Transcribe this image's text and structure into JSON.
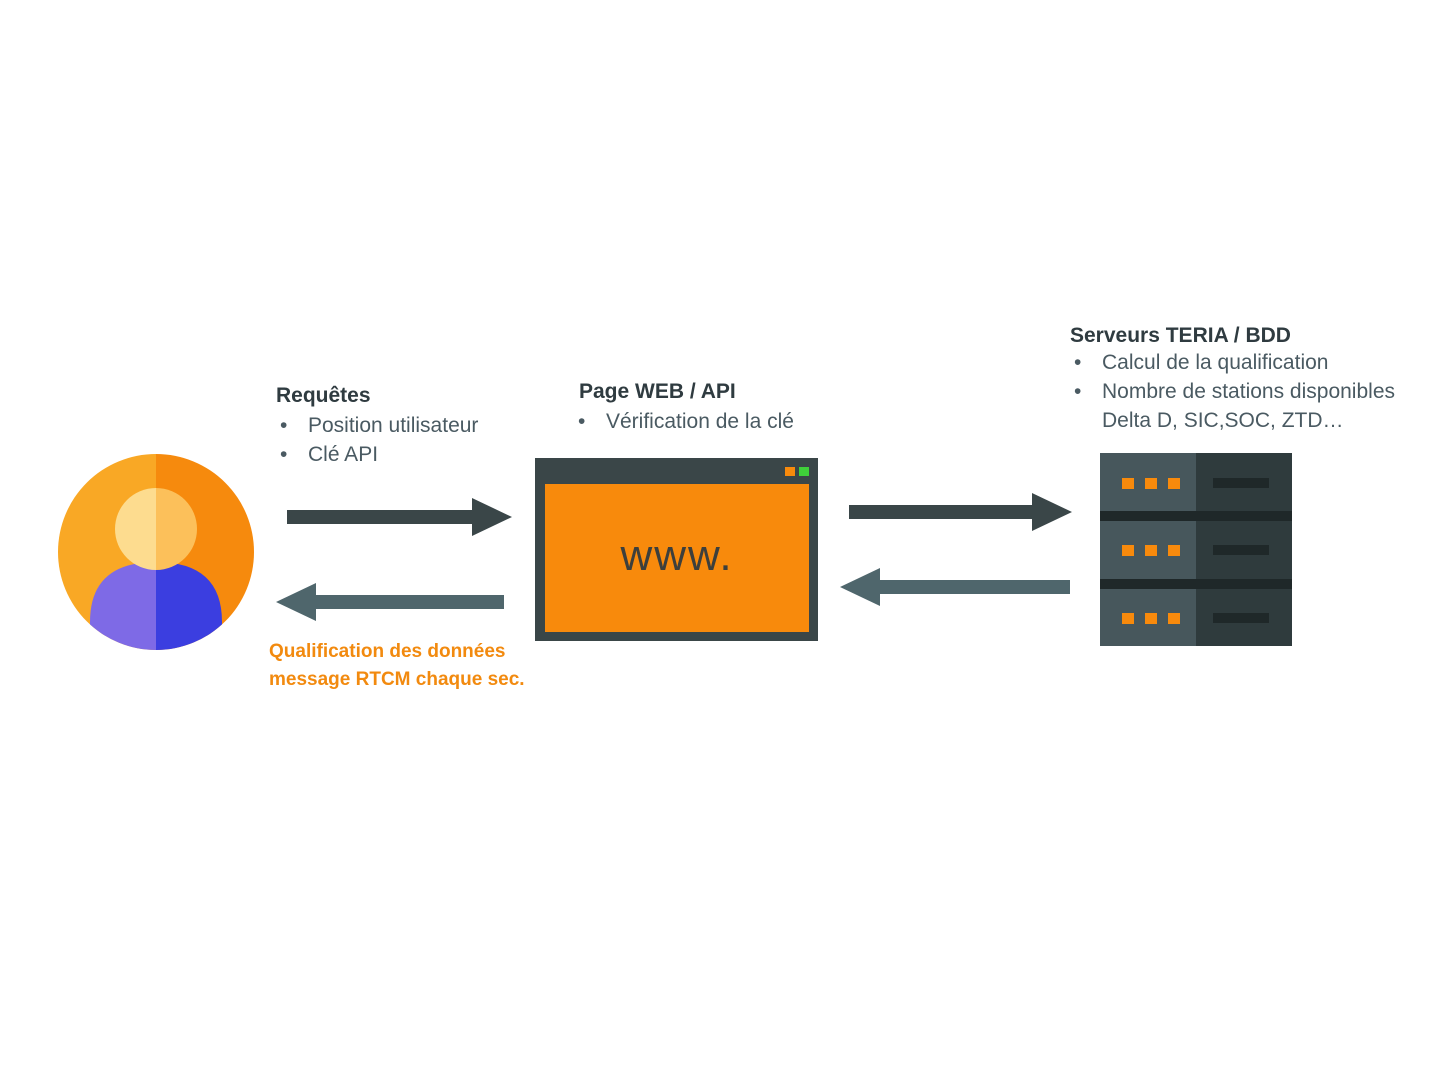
{
  "requetes": {
    "title": "Requêtes",
    "items": [
      "Position utilisateur",
      "Clé API"
    ]
  },
  "page_web": {
    "title": "Page WEB / API",
    "items": [
      "Vérification de la clé"
    ],
    "browser_text": "www."
  },
  "serveurs": {
    "title": "Serveurs TERIA / BDD",
    "items": [
      "Calcul de la qualification",
      "Nombre de stations disponibles"
    ],
    "continuation": "Delta D, SIC,SOC, ZTD…"
  },
  "response": {
    "line1": "Qualification des données",
    "line2": "message RTCM chaque sec."
  },
  "colors": {
    "orange": "#f88a0c",
    "dark_arrow": "#3a4648",
    "slate_arrow": "#4f666c",
    "server_light": "#47575c",
    "server_dark": "#2f3b3d",
    "user_purple": "#7d6ae6",
    "user_blue": "#3a3de0"
  }
}
